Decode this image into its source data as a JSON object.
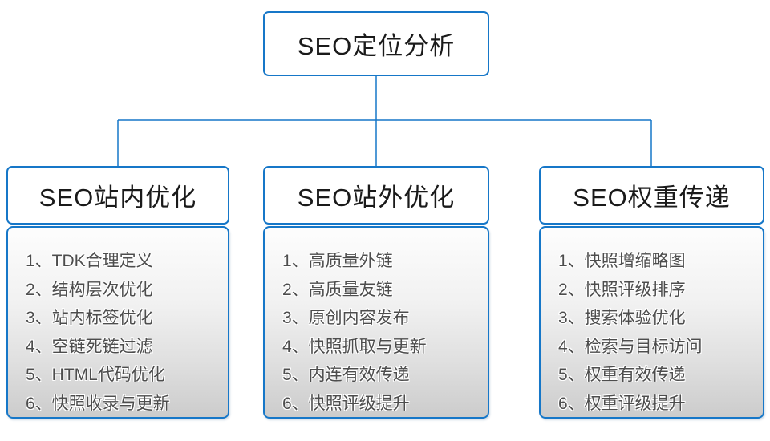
{
  "colors": {
    "accent": "#1677c8",
    "header_text": "#1a1a1a",
    "item_text": "#4d4d4d",
    "panel_gradient_top": "#fdfdfd",
    "panel_gradient_bottom": "#cccccc"
  },
  "root": {
    "label": "SEO定位分析"
  },
  "branches": [
    {
      "title": "SEO站内优化",
      "items": [
        "1、TDK合理定义",
        "2、结构层次优化",
        "3、站内标签优化",
        "4、空链死链过滤",
        "5、HTML代码优化",
        "6、快照收录与更新"
      ]
    },
    {
      "title": "SEO站外优化",
      "items": [
        "1、高质量外链",
        "2、高质量友链",
        "3、原创内容发布",
        "4、快照抓取与更新",
        "5、内连有效传递",
        "6、快照评级提升"
      ]
    },
    {
      "title": "SEO权重传递",
      "items": [
        "1、快照增缩略图",
        "2、快照评级排序",
        "3、搜索体验优化",
        "4、检索与目标访问",
        "5、权重有效传递",
        "6、权重评级提升"
      ]
    }
  ]
}
